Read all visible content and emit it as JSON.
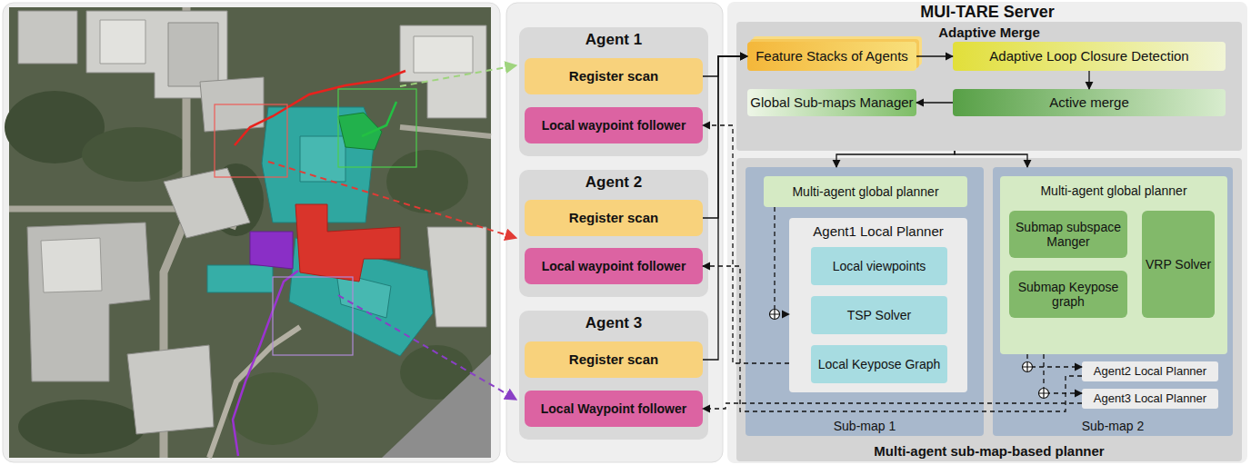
{
  "diagram": {
    "nodes": [
      {
        "text": [
          "Agent 1"
        ]
      },
      {
        "text": [
          "Register scan"
        ],
        "in": 0
      },
      {
        "text": [
          "Local waypoint follower"
        ],
        "in": 0
      },
      {
        "text": [
          "Agent 2"
        ]
      },
      {
        "text": [
          "Register scan"
        ],
        "in": 3
      },
      {
        "text": [
          "Local waypoint follower"
        ],
        "in": 3
      },
      {
        "text": [
          "Agent 3"
        ]
      },
      {
        "text": [
          "Register scan"
        ],
        "in": 6
      },
      {
        "text": [
          "Local Waypoint follower"
        ],
        "in": 6
      },
      {
        "text": [
          "MUI-TARE Server"
        ]
      },
      {
        "text": [
          "Adaptive Merge"
        ],
        "in": 9
      },
      {
        "text": [
          "Feature Stacks of Agents"
        ],
        "in": 10
      },
      {
        "text": [
          "Adaptive Loop Closure Detection"
        ],
        "in": 10
      },
      {
        "text": [
          "Global Sub-maps Manager"
        ],
        "in": 10
      },
      {
        "text": [
          "Active merge"
        ],
        "in": 10
      },
      {
        "text": [
          "Multi-agent sub-map-based planner"
        ],
        "in": 9
      },
      {
        "text": [
          "Sub-map 1"
        ],
        "in": 15
      },
      {
        "text": [
          "Multi-agent global planner"
        ],
        "in": 16
      },
      {
        "text": [
          "Agent1 Local Planner"
        ],
        "in": 16
      },
      {
        "text": [
          "Local viewpoints"
        ],
        "in": 18
      },
      {
        "text": [
          "TSP Solver"
        ],
        "in": 18
      },
      {
        "text": [
          "Local Keypose Graph"
        ],
        "in": 18
      },
      {
        "text": [
          "Sub-map 2"
        ],
        "in": 15
      },
      {
        "text": [
          "Multi-agent global planner"
        ],
        "in": 22
      },
      {
        "text": [
          "Submap subspace Manger"
        ],
        "in": 23
      },
      {
        "text": [
          "Submap Keypose graph"
        ],
        "in": 23
      },
      {
        "text": [
          "VRP Solver"
        ],
        "in": 23
      },
      {
        "text": [
          "Agent2 Local Planner"
        ],
        "in": 22
      },
      {
        "text": [
          "Agent3 Local Planner"
        ],
        "in": 22
      }
    ],
    "edges": [
      {
        "from": 1,
        "to": 11,
        "arrow": "to"
      },
      {
        "from": 4,
        "to": 11,
        "arrow": "to"
      },
      {
        "from": 7,
        "to": 11,
        "arrow": "to"
      },
      {
        "from": 11,
        "to": 12,
        "arrow": "to"
      },
      {
        "from": 12,
        "to": 14,
        "arrow": "to"
      },
      {
        "from": 14,
        "to": 13,
        "arrow": "to"
      },
      {
        "from": 10,
        "to": 16,
        "arrow": "to"
      },
      {
        "from": 10,
        "to": 22,
        "arrow": "to"
      },
      {
        "from": 17,
        "to": 18,
        "arrow": "to"
      },
      {
        "from": 18,
        "to": 2,
        "arrow": "to"
      },
      {
        "from": 27,
        "to": 5,
        "arrow": "to"
      },
      {
        "from": 28,
        "to": 8,
        "arrow": "to"
      },
      {
        "from": 23,
        "to": 27,
        "arrow": "to"
      },
      {
        "from": 23,
        "to": 28,
        "arrow": "to"
      }
    ]
  }
}
